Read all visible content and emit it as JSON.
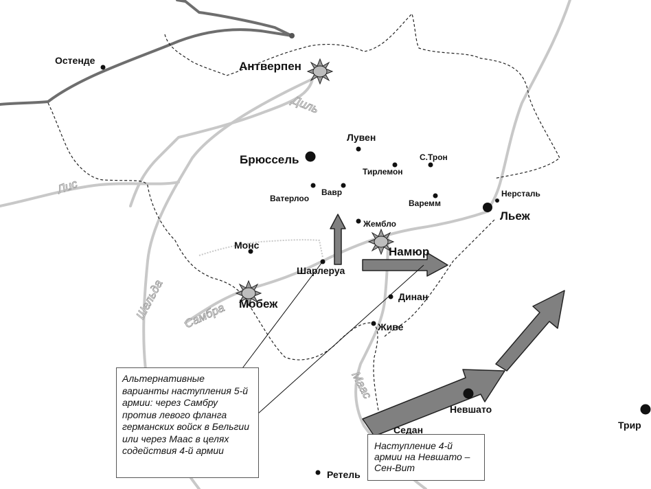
{
  "map": {
    "cities": {
      "ostende": "Остенде",
      "antwerpen": "Антверпен",
      "louvain": "Лувен",
      "brussels": "Брюссель",
      "st_trond": "С.Трон",
      "tirlemont": "Тирлемон",
      "wavre": "Вавр",
      "waterloo": "Ватерлоо",
      "waremme": "Варемм",
      "herstal": "Нерсталь",
      "liege": "Льеж",
      "gembloux": "Жембло",
      "mons": "Монс",
      "namur": "Намюр",
      "charleroi": "Шарлеруа",
      "maubeuge": "Мобеж",
      "dinant": "Динан",
      "givet": "Живе",
      "neufchateau": "Невшато",
      "trier": "Трир",
      "sedan": "Седан",
      "rethel": "Ретель"
    },
    "rivers": {
      "dyle": "Диль",
      "lys": "Лис",
      "scheldt": "Шельда",
      "sambre": "Самбра",
      "meuse": "Маас"
    },
    "notes": {
      "left": "Альтернативные варианты наступления 5-й армии: через Самбру против левого фланга германских войск в Бельгии или через Маас в целях содействия 4-й армии",
      "right": "Наступление 4-й армии на Невшато – Сен-Вит"
    },
    "colors": {
      "arrow": "#808080",
      "coast": "#6e6e6e",
      "river": "#c8c8c8",
      "border": "#222222"
    }
  }
}
